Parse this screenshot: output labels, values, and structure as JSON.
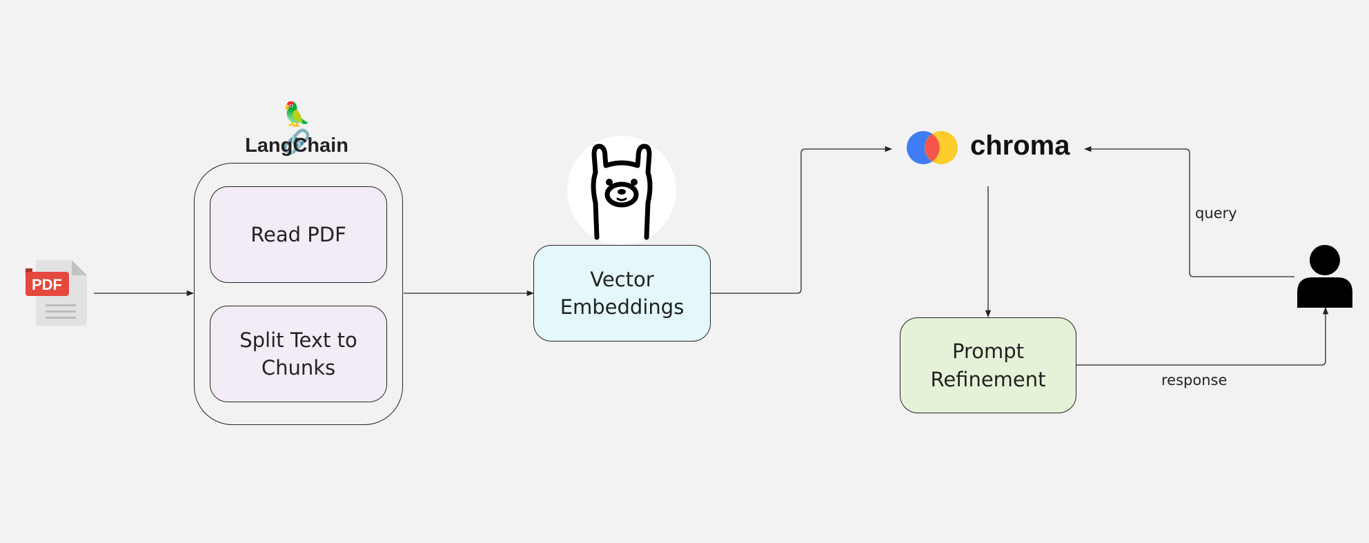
{
  "pdf_icon": {
    "label": "PDF",
    "icon": "pdf-file-icon"
  },
  "langchain": {
    "emoji": "🦜🔗",
    "title": "LangChain"
  },
  "nodes": {
    "read_pdf": "Read PDF",
    "split_text": "Split Text to\nChunks",
    "vector_embeddings": "Vector\nEmbeddings",
    "prompt_refinement": "Prompt\nRefinement"
  },
  "ollama": {
    "icon": "llama-icon"
  },
  "chroma": {
    "name": "chroma",
    "icon": "chroma-logo-icon"
  },
  "user": {
    "icon": "user-icon"
  },
  "edge_labels": {
    "query": "query",
    "response": "response"
  },
  "colors": {
    "background": "#f2f2f2",
    "stroke": "#222222",
    "langchain_inner": "#f3ecf6",
    "vector_box": "#e4f7fa",
    "prompt_box": "#e5f2d8",
    "pdf_red": "#e5483c",
    "chroma_blue": "#3f7cf4",
    "chroma_red": "#f4574a",
    "chroma_yellow": "#fccd2c"
  }
}
